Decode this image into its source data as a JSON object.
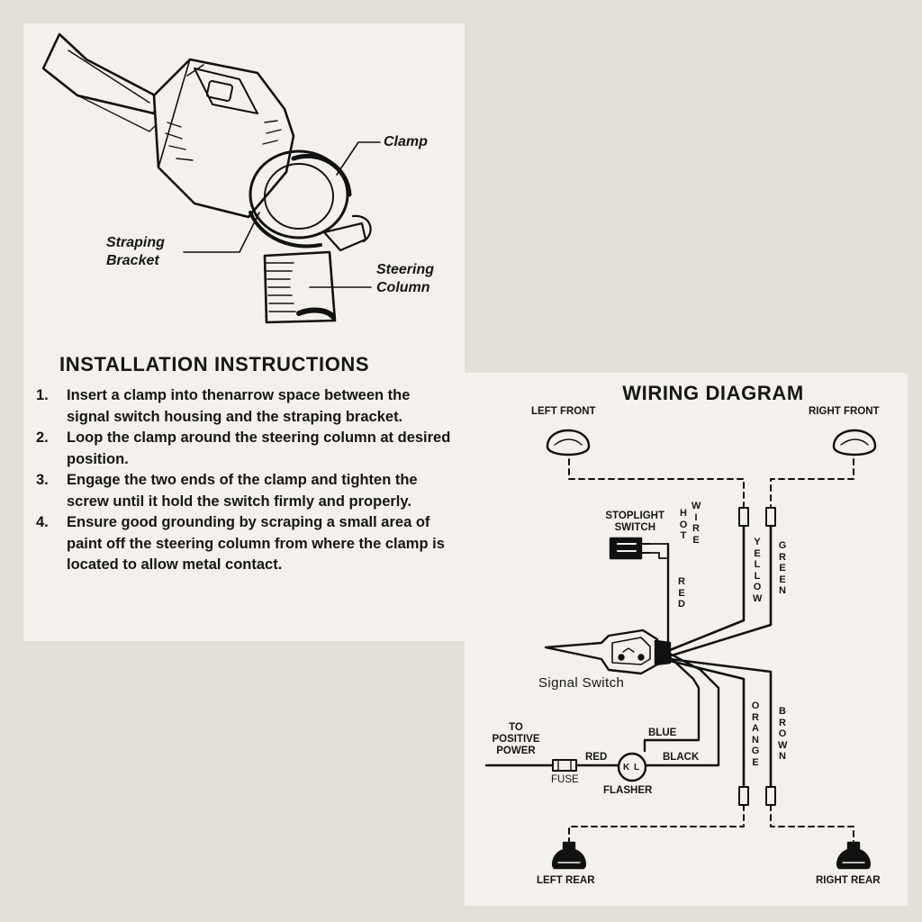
{
  "install_card": {
    "labels": {
      "clamp": "Clamp",
      "straping_bracket": [
        "Straping",
        "Bracket"
      ],
      "steering_column": [
        "Steering",
        "Column"
      ]
    },
    "title": "INSTALLATION INSTRUCTIONS",
    "steps": [
      {
        "num": "1.",
        "text": "Insert a clamp into thenarrow space between the signal switch housing and the straping bracket."
      },
      {
        "num": "2.",
        "text": "Loop the clamp around the steering column at desired position."
      },
      {
        "num": "3.",
        "text": "Engage the two  ends of the  clamp and tighten  the screw  until it hold the switch firmly and properly."
      },
      {
        "num": "4.",
        "text": "Ensure good grounding by scraping a small area of paint off the steering column from where the clamp is located to allow metal contact."
      }
    ]
  },
  "wiring_card": {
    "title": "WIRING DIAGRAM",
    "lights": {
      "left_front": "LEFT FRONT",
      "right_front": "RIGHT FRONT",
      "left_rear": "LEFT REAR",
      "right_rear": "RIGHT REAR"
    },
    "stoplight_switch": [
      "STOPLIGHT",
      "SWITCH"
    ],
    "hot_wire": [
      "HOT",
      "WIRE"
    ],
    "signal_switch": "Signal Switch",
    "to_positive_power": [
      "TO",
      "POSITIVE",
      "POWER"
    ],
    "fuse": "FUSE",
    "flasher": "FLASHER",
    "flasher_terminals": [
      "K",
      "L"
    ],
    "wire_labels": {
      "red_top": "RED",
      "yellow": "YELLOW",
      "green": "GREEN",
      "orange": "ORANGE",
      "brown": "BROWN",
      "blue": "BLUE",
      "black": "BLACK",
      "red_power": "RED"
    }
  }
}
